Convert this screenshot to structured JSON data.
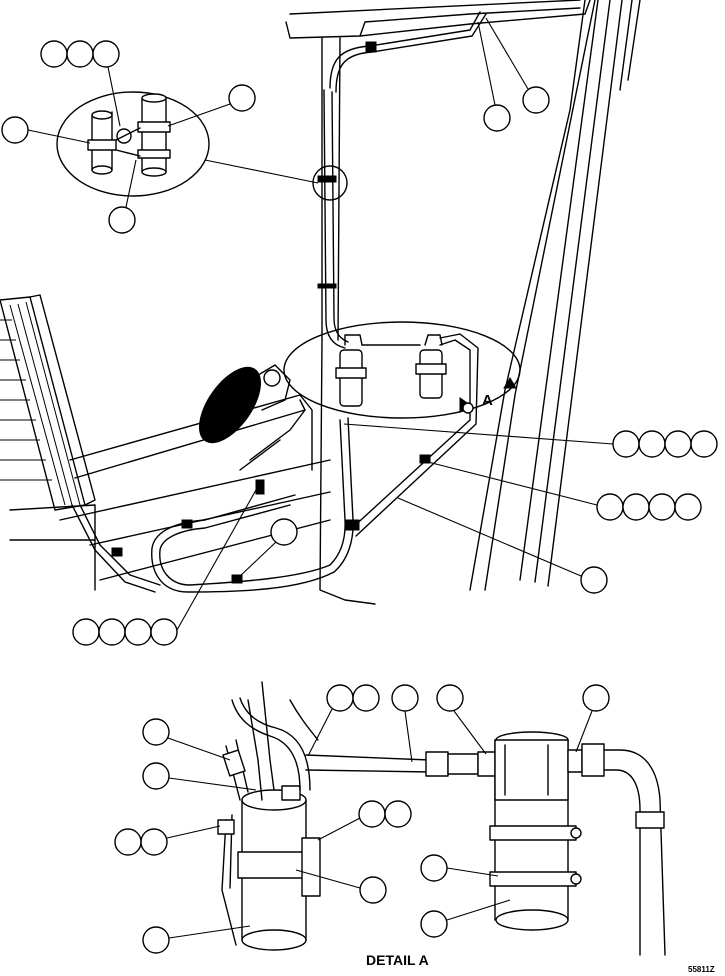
{
  "diagram": {
    "view_label_letter": "A",
    "detail_caption": "DETAIL A",
    "figure_id": "55811Z"
  }
}
